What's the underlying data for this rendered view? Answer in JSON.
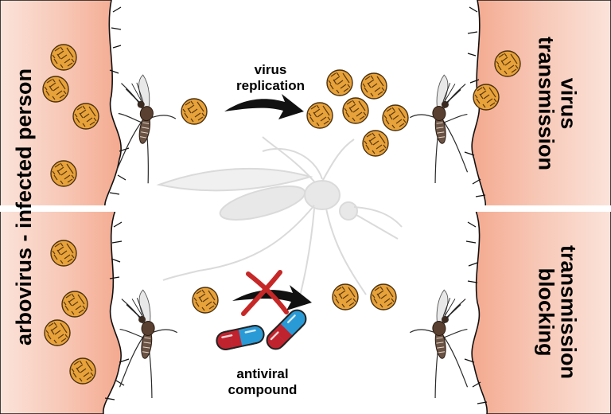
{
  "labels": {
    "infected_person": "arbovirus - infected person",
    "virus_transmission_1": "virus",
    "virus_transmission_2": "transmission",
    "transmission_blocking_1": "transmission",
    "transmission_blocking_2": "blocking",
    "virus_replication_1": "virus",
    "virus_replication_2": "replication",
    "antiviral_1": "antiviral",
    "antiviral_2": "compound"
  },
  "colors": {
    "skin": "#f4a98f",
    "skin_light": "#fbe3da",
    "virus_fill": "#e8a23a",
    "virus_stroke": "#5a3a10",
    "capsule_red": "#c0232e",
    "capsule_blue": "#2a9ad6",
    "cross": "#c62828",
    "ghost_mosquito": "#cfcfcf"
  },
  "icons": [
    "virus-particle",
    "mosquito",
    "capsule",
    "arrow",
    "cross-mark"
  ]
}
